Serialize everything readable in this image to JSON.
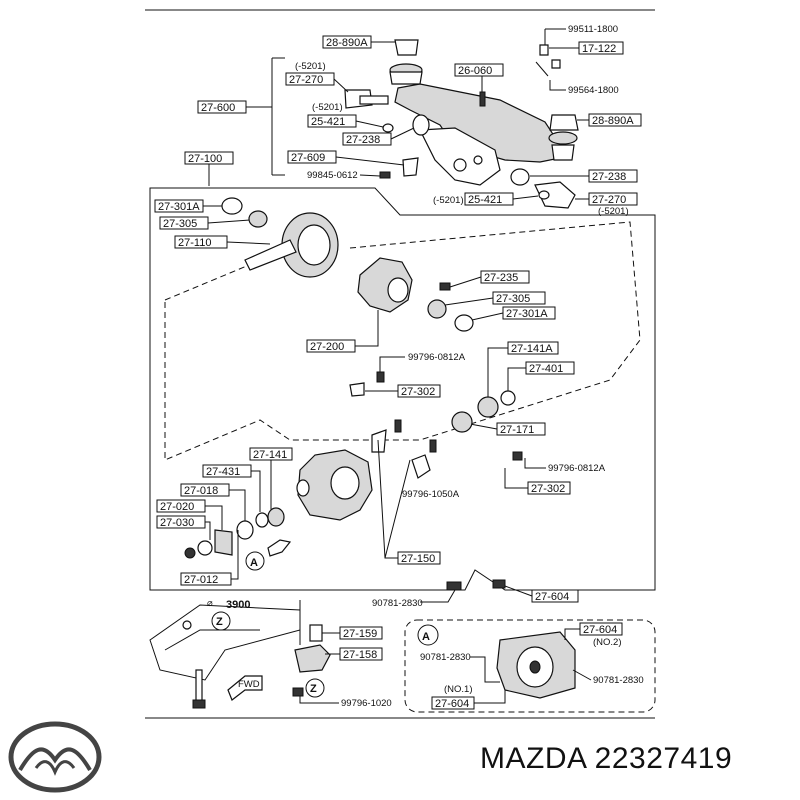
{
  "callouts": {
    "c28890a_top": "28-890A",
    "c5201_a": "(-5201)",
    "c27270_a": "27-270",
    "c27600": "27-600",
    "c5201_b": "(-5201)",
    "c25421_a": "25-421",
    "c27238_a": "27-238",
    "c27609": "27-609",
    "c99845": "99845-0612",
    "c26060": "26-060",
    "c99511": "99511-1800",
    "c17122": "17-122",
    "c99564": "99564-1800",
    "c28890a_r": "28-890A",
    "c27238_b": "27-238",
    "c5201_c": "(-5201)",
    "c25421_b": "25-421",
    "c27270_b": "27-270",
    "c5201_d": "(-5201)",
    "c27100": "27-100",
    "c27301a_a": "27-301A",
    "c27305_a": "27-305",
    "c27110": "27-110",
    "c27235": "27-235",
    "c27305_b": "27-305",
    "c27301a_b": "27-301A",
    "c27200": "27-200",
    "c99796_0812_a": "99796-0812A",
    "c27302_a": "27-302",
    "c27141a": "27-141A",
    "c27401": "27-401",
    "c27171": "27-171",
    "c27431": "27-431",
    "c27141": "27-141",
    "c27018": "27-018",
    "c27020": "27-020",
    "c27030": "27-030",
    "c27012": "27-012",
    "c99796_1050a": "99796-1050A",
    "c99796_0812_b": "99796-0812A",
    "c27302_b": "27-302",
    "c27150": "27-150",
    "c90781_a": "90781-2830",
    "c27604_a": "27-604",
    "c3900": "3900",
    "c27159": "27-159",
    "c27158": "27-158",
    "c99796_1020": "99796-1020",
    "c27604_b": "27-604",
    "cno2": "(NO.2)",
    "c90781_b": "90781-2830",
    "c90781_c": "90781-2830",
    "cno1": "(NO.1)",
    "c27604_c": "27-604",
    "markA": "A",
    "markA2": "A",
    "markZ": "Z",
    "markZ2": "Z",
    "fwd": "FWD"
  },
  "brand": {
    "text": "MAZDA 22327419"
  }
}
